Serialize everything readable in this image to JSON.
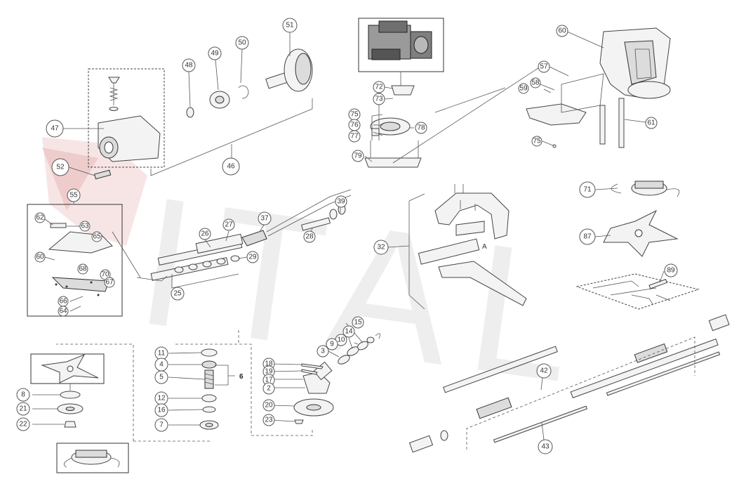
{
  "watermark": {
    "text": "ITAL",
    "color": "#e9e9e9",
    "logo_color": "#e8b4b4"
  },
  "group_label_six": "6",
  "view_label_a": "A",
  "callouts": {
    "c51": "51",
    "c48": "48",
    "c49": "49",
    "c50": "50",
    "c47": "47",
    "c52": "52",
    "c46": "46",
    "c60": "60",
    "c57": "57",
    "c58": "58",
    "c59": "59",
    "c61": "61",
    "c75b": "75",
    "c72": "72",
    "c73": "73",
    "c75": "75",
    "c76": "76",
    "c77": "77",
    "c78": "78",
    "c79": "79",
    "c55": "55",
    "c62": "62",
    "c63": "63",
    "c65": "65",
    "c60b": "60",
    "c68": "68",
    "c70": "70",
    "c67": "67",
    "c66": "66",
    "c64": "64",
    "c26": "26",
    "c27": "27",
    "c37": "37",
    "c39": "39",
    "c28": "28",
    "c29": "29",
    "c25": "25",
    "c32": "32",
    "c71": "71",
    "c87": "87",
    "c89": "89",
    "c11": "11",
    "c4": "4",
    "c5": "5",
    "c12": "12",
    "c16": "16",
    "c7": "7",
    "c15": "15",
    "c14": "14",
    "c10": "10",
    "c9": "9",
    "c3": "3",
    "c18": "18",
    "c19": "19",
    "c17": "17",
    "c2": "2",
    "c20": "20",
    "c23": "23",
    "c8": "8",
    "c21": "21",
    "c22": "22",
    "c42": "42",
    "c43": "43"
  }
}
